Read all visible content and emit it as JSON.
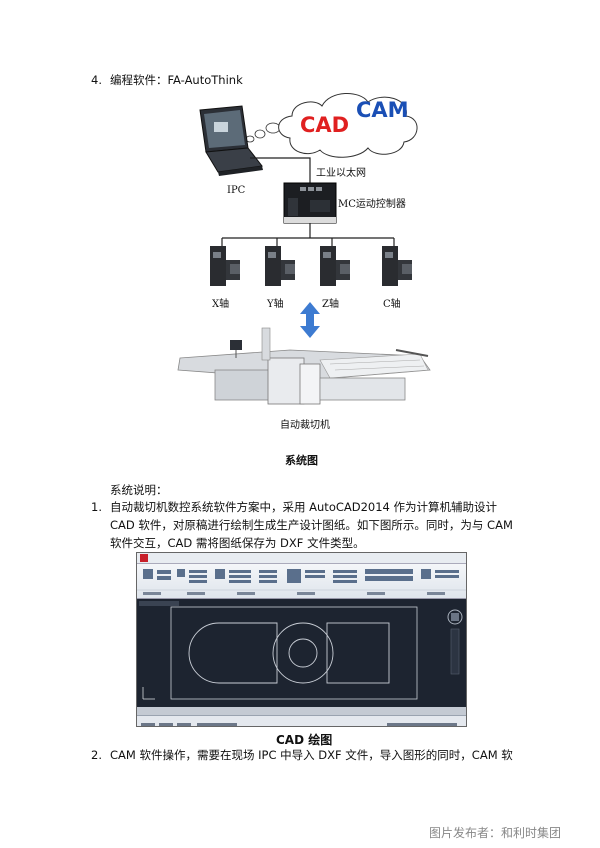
{
  "section4": {
    "number": "4.",
    "text": "编程软件：FA-AutoThink"
  },
  "diagram": {
    "cloud_cad": "CAD",
    "cloud_cam": "CAM",
    "ipc_label": "IPC",
    "ethernet_label": "工业以太网",
    "controller_label": "MC运动控制器",
    "axes": [
      "X轴",
      "Y轴",
      "Z轴",
      "C轴"
    ],
    "machine_label": "自动裁切机",
    "caption": "系统图"
  },
  "description": {
    "heading": "系统说明：",
    "item1_number": "1.",
    "item1_lines": [
      "自动裁切机数控系统软件方案中，采用 AutoCAD2014 作为计算机辅助设计",
      "CAD 软件，对原稿进行绘制生成生产设计图纸。如下图所示。同时，为与 CAM",
      "软件交互，CAD 需将图纸保存为 DXF 文件类型。"
    ]
  },
  "cad_screenshot": {
    "caption": "CAD 绘图"
  },
  "item2": {
    "number": "2.",
    "text": "CAM 软件操作，需要在现场 IPC 中导入 DXF 文件，导入图形的同时，CAM 软"
  },
  "watermark": "图片发布者：和利时集团",
  "colors": {
    "cad_red": "#e02020",
    "cam_blue": "#1a4fb5",
    "arrow_blue": "#3d7bd1",
    "cad_bg": "#1d2430"
  }
}
